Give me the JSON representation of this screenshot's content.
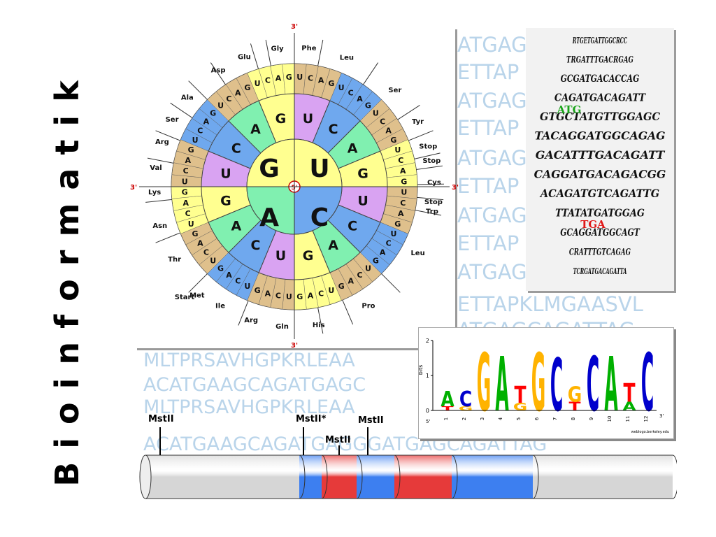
{
  "title": "Bioinformatik",
  "codon_wheel": {
    "center_bases": [
      "G",
      "U",
      "A",
      "C"
    ],
    "red_label": "3'",
    "center_label": "5'",
    "amino_acids": [
      "Phe",
      "Leu",
      "Ser",
      "Tyr",
      "Stop",
      "Stop",
      "Cys",
      "Stop",
      "Trp",
      "Leu",
      "Pro",
      "His",
      "Gln",
      "Arg",
      "Ile",
      "Met",
      "Start",
      "Thr",
      "Asn",
      "Lys",
      "Ser",
      "Arg",
      "Val",
      "Ala",
      "Asp",
      "Glu",
      "Gly"
    ]
  },
  "sequence_background": {
    "right_lines": [
      "ATGAG",
      "ETTAP",
      "ATGAG",
      "ETTAP",
      "ATGAG",
      "ETTAP",
      "ATGAG",
      "ETTAP",
      "ATGAG",
      "ETTAPKLMGAASVL",
      "ATGAGCAGATTAG"
    ],
    "bottom_lines": [
      "MLTPRSAVHGPKRLEAA",
      "ACATGAAGCAGATGAGC",
      "MLTPRSAVHGPKRLEAA",
      "ACATGAAGCAGATGAGGGATGAGCAGATTAG"
    ]
  },
  "dna_photo": {
    "rows": [
      "RTGETGATTGGCRCC",
      "TRGATTTGACRGAG",
      "GCGATGACACCAG",
      "CAGATGACAGATT",
      "GTGCTATGTTGGAGC",
      "TACAGGATGGCAGAG",
      "GACATTTGACAGATT",
      "CAGGATGACAGACGG",
      "ACAGATGTCAGATTG",
      "TTATATGATGGAG",
      "GCAGGATGGCAGT",
      "CRATTTGTCAGAG",
      "TCRGATGACAGATTA"
    ],
    "highlight_green": "ATG",
    "highlight_red": "TGA"
  },
  "sequence_logo": {
    "y_label": "bits",
    "y_ticks": [
      "2",
      "1",
      "0"
    ],
    "x_ticks": [
      "1",
      "2",
      "3",
      "4",
      "5",
      "6",
      "7",
      "8",
      "9",
      "10",
      "11",
      "12"
    ],
    "end_5": "5'",
    "end_3": "3'",
    "credit": "weblogo.berkeley.edu",
    "positions": [
      {
        "stack": [
          {
            "letter": "A",
            "bits": 0.45
          },
          {
            "letter": "T",
            "bits": 0.12
          }
        ]
      },
      {
        "stack": [
          {
            "letter": "C",
            "bits": 0.45
          },
          {
            "letter": "G",
            "bits": 0.12
          }
        ]
      },
      {
        "stack": [
          {
            "letter": "G",
            "bits": 1.7
          }
        ]
      },
      {
        "stack": [
          {
            "letter": "A",
            "bits": 1.6
          }
        ]
      },
      {
        "stack": [
          {
            "letter": "T",
            "bits": 0.5
          },
          {
            "letter": "G",
            "bits": 0.22
          }
        ]
      },
      {
        "stack": [
          {
            "letter": "G",
            "bits": 1.7
          }
        ]
      },
      {
        "stack": [
          {
            "letter": "C",
            "bits": 1.55
          }
        ]
      },
      {
        "stack": [
          {
            "letter": "G",
            "bits": 0.45
          },
          {
            "letter": "T",
            "bits": 0.25
          }
        ]
      },
      {
        "stack": [
          {
            "letter": "C",
            "bits": 1.6
          }
        ]
      },
      {
        "stack": [
          {
            "letter": "A",
            "bits": 1.6
          }
        ]
      },
      {
        "stack": [
          {
            "letter": "T",
            "bits": 0.55
          },
          {
            "letter": "A",
            "bits": 0.25
          }
        ]
      },
      {
        "stack": [
          {
            "letter": "C",
            "bits": 1.7
          }
        ]
      }
    ],
    "letter_colors": {
      "A": "#00b000",
      "C": "#0000cc",
      "G": "#ffb300",
      "T": "#ff0000"
    }
  },
  "gene_map": {
    "sites": [
      {
        "label": "MstII"
      },
      {
        "label": "MstII*"
      },
      {
        "label": "MstII"
      },
      {
        "label": "MstII"
      }
    ],
    "segment_colors": {
      "gray": "#d6d6d6",
      "blue": "#3d7ff0",
      "red": "#e63a3a"
    }
  },
  "colors": {
    "wedge_purple": "#d9a3f2",
    "wedge_green": "#80f0b0",
    "wedge_yellow": "#ffff90",
    "wedge_blue": "#6fa8ee",
    "wedge_tan": "#dfc08c",
    "wedge_pink": "#fcc0d8",
    "sequence_text": "#b9d4ea"
  }
}
